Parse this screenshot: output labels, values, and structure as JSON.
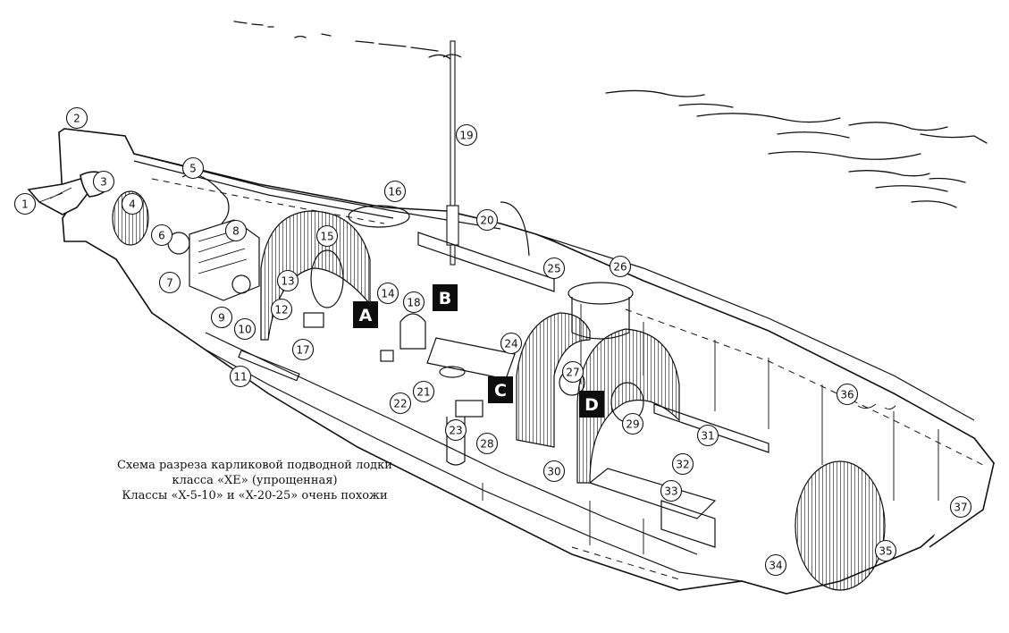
{
  "caption": {
    "line1": "Схема разреза карликовой подводной лодки",
    "line2": "класса «XE» (упрощенная)",
    "line3": "Классы «X-5-10» и «X-20-25» очень похожи"
  },
  "sections": [
    "A",
    "B",
    "C",
    "D"
  ],
  "callouts": [
    "1",
    "2",
    "3",
    "4",
    "5",
    "6",
    "7",
    "8",
    "9",
    "10",
    "11",
    "12",
    "13",
    "14",
    "15",
    "16",
    "17",
    "18",
    "19",
    "20",
    "21",
    "22",
    "23",
    "24",
    "25",
    "26",
    "27",
    "28",
    "29",
    "30",
    "31",
    "32",
    "33",
    "34",
    "35",
    "36",
    "37"
  ]
}
